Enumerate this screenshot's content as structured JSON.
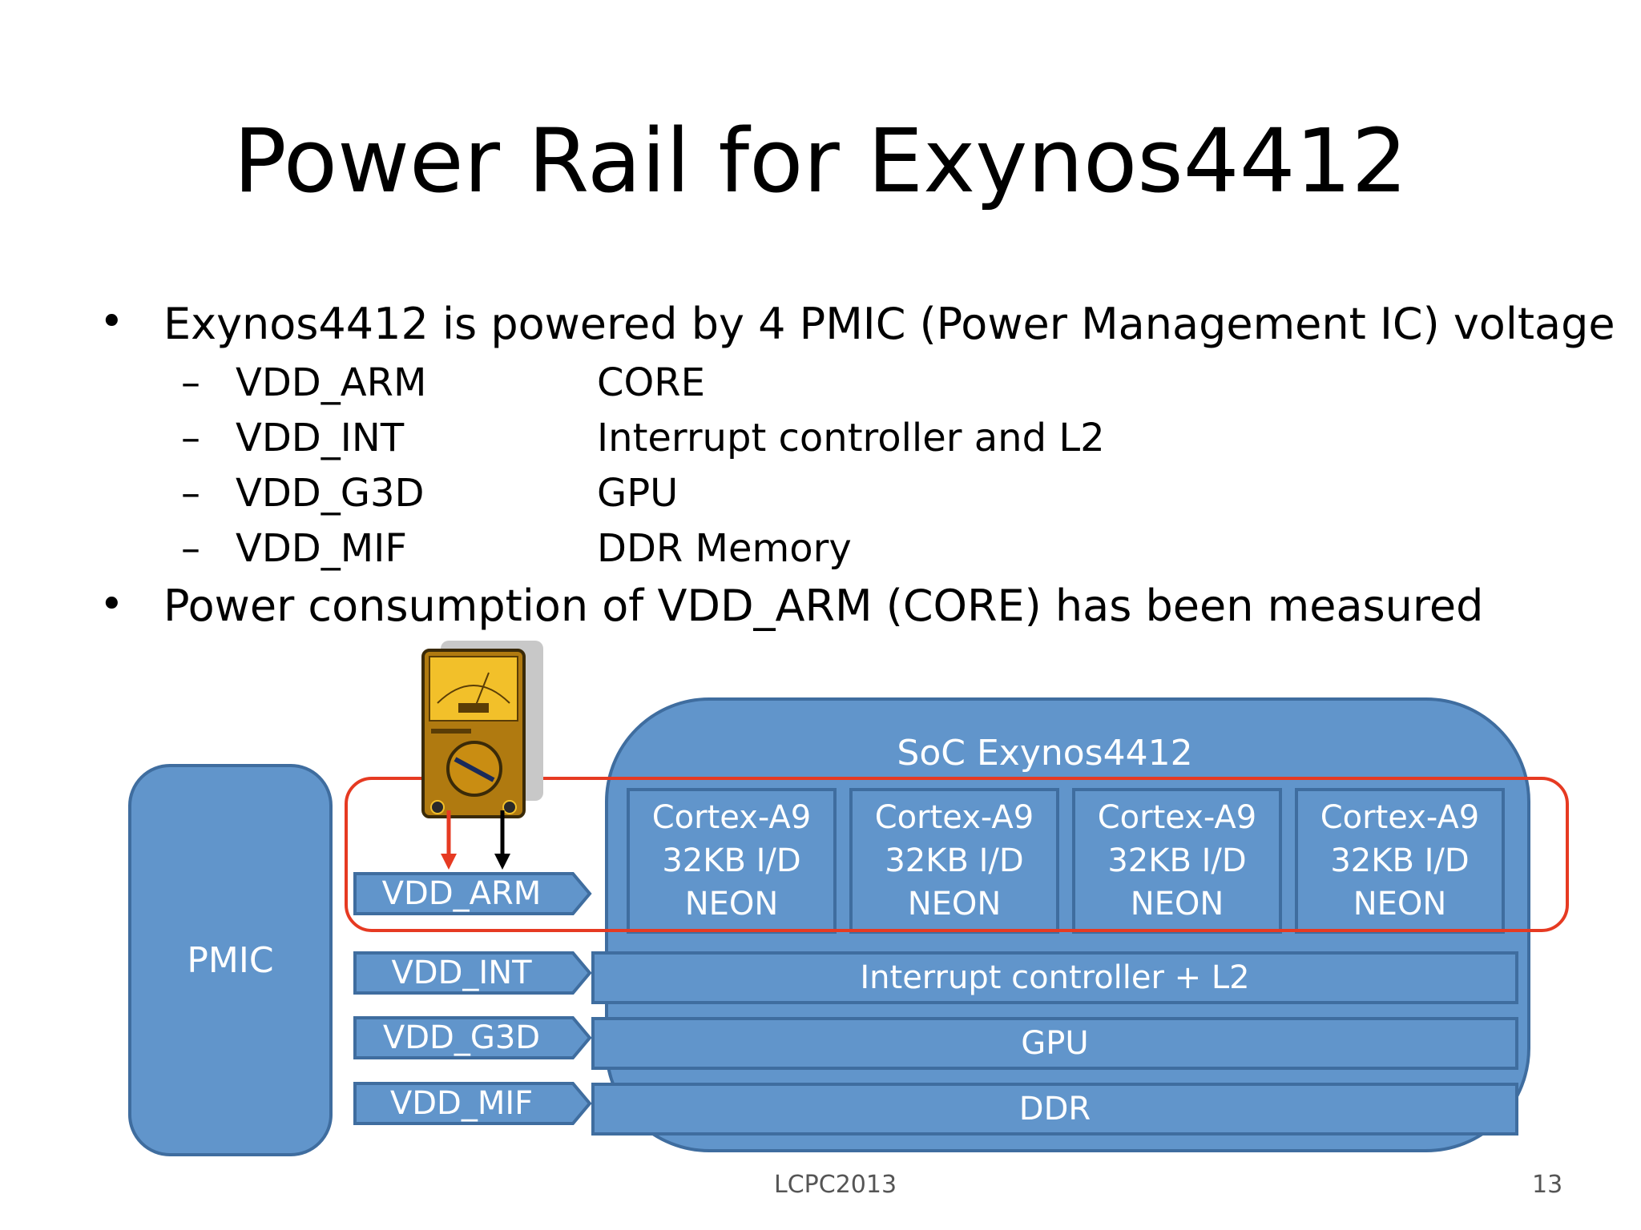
{
  "title": "Power Rail for Exynos4412",
  "bullets": [
    {
      "marker": "•",
      "text": "Exynos4412 is powered by 4 PMIC (Power Management IC) voltage"
    },
    {
      "marker": "•",
      "text": "Power consumption of VDD_ARM (CORE) has been measured"
    }
  ],
  "rails_list": [
    {
      "dash": "–",
      "name": "VDD_ARM",
      "desc": "CORE"
    },
    {
      "dash": "–",
      "name": "VDD_INT",
      "desc": "Interrupt controller and L2"
    },
    {
      "dash": "–",
      "name": "VDD_G3D",
      "desc": "GPU"
    },
    {
      "dash": "–",
      "name": "VDD_MIF",
      "desc": "DDR Memory"
    }
  ],
  "diagram": {
    "pmic_label": "PMIC",
    "soc_label": "SoC   Exynos4412",
    "cores": [
      {
        "line1": "Cortex-A9",
        "line2": "32KB I/D",
        "line3": "NEON"
      },
      {
        "line1": "Cortex-A9",
        "line2": "32KB I/D",
        "line3": "NEON"
      },
      {
        "line1": "Cortex-A9",
        "line2": "32KB I/D",
        "line3": "NEON"
      },
      {
        "line1": "Cortex-A9",
        "line2": "32KB I/D",
        "line3": "NEON"
      }
    ],
    "bars": [
      "Interrupt controller  +  L2",
      "GPU",
      "DDR"
    ],
    "rails": [
      "VDD_ARM",
      "VDD_INT",
      "VDD_G3D",
      "VDD_MIF"
    ],
    "meter_icon": "multimeter-icon",
    "colors": {
      "block_fill": "#6195cb",
      "block_border": "#3f6d9f",
      "highlight": "#e63a22",
      "probe_positive": "#e63a22",
      "probe_negative": "#000000"
    }
  },
  "footer": {
    "center": "LCPC2013",
    "page": "13"
  }
}
